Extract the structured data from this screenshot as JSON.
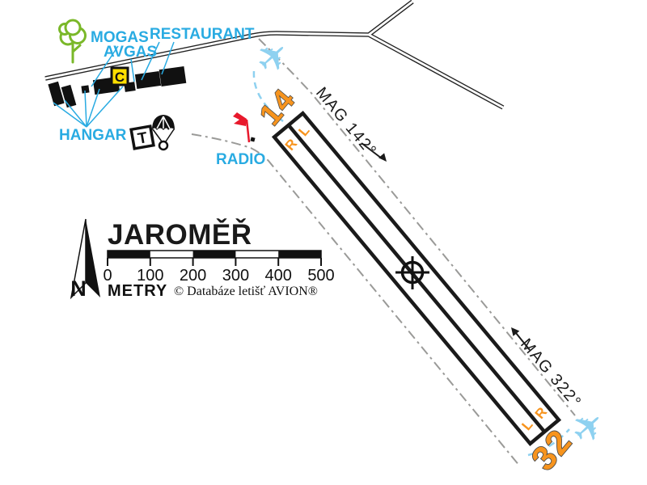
{
  "map": {
    "title": "JAROMĚŘ",
    "north_label": "N",
    "scale": {
      "ticks": [
        "0",
        "100",
        "200",
        "300",
        "400",
        "500"
      ],
      "unit_label": "METRY",
      "credit": "© Databáze letišť AVION®"
    },
    "site_labels": {
      "mogas": "MOGAS",
      "avgas": "AVGAS",
      "restaurant": "RESTAURANT",
      "hangar": "HANGAR",
      "radio": "RADIO"
    },
    "markers": {
      "c_point": "C",
      "t_square": "T",
      "airplane_glyph": "✈"
    },
    "runway": {
      "threshold_14": "14",
      "threshold_32": "32",
      "mag_heading_14": "MAG 142°",
      "mag_heading_32": "MAG 322°",
      "lanes_14": {
        "left": "L",
        "right": "R"
      },
      "lanes_32": {
        "left": "L",
        "right": "R"
      }
    },
    "colors": {
      "label_cyan": "#29abe2",
      "aircraft_cyan": "#8ed1f0",
      "runway_orange": "#f7941e",
      "tree_green": "#7ab829",
      "windsock_red": "#e8192c",
      "marker_yellow": "#ffde00"
    }
  }
}
